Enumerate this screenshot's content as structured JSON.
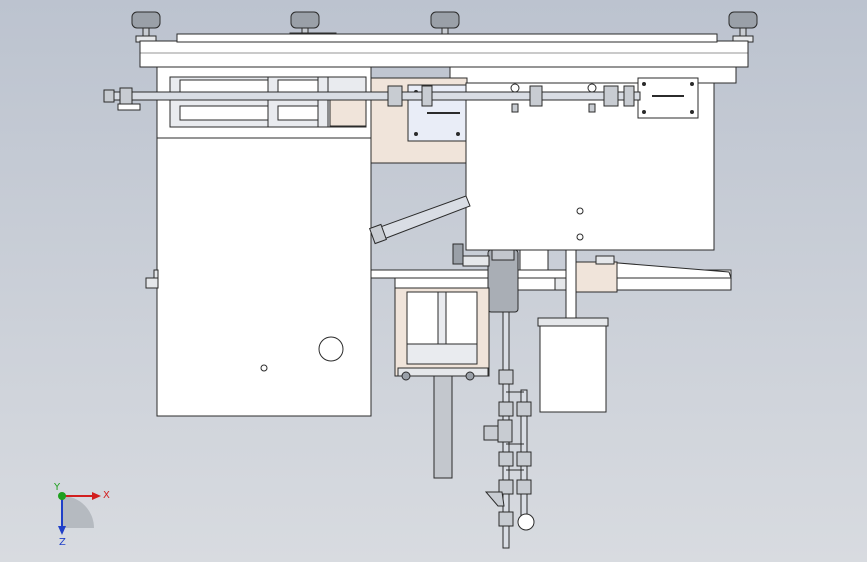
{
  "viewport": {
    "background_top": "#bcc3cf",
    "background_bottom": "#d8dbe0"
  },
  "model": {
    "line_color": "#2b2b2b",
    "panel_fill": "#ffffff",
    "tan_fill": "#f0e4da",
    "pipe_fill": "#d9dde4",
    "cylinder_fill": "#a9aeb5"
  },
  "triad": {
    "x_label": "X",
    "y_label": "Y",
    "z_label": "Z",
    "x_color": "#d21f1f",
    "y_color": "#1fa01f",
    "z_color": "#1f3fc8"
  }
}
